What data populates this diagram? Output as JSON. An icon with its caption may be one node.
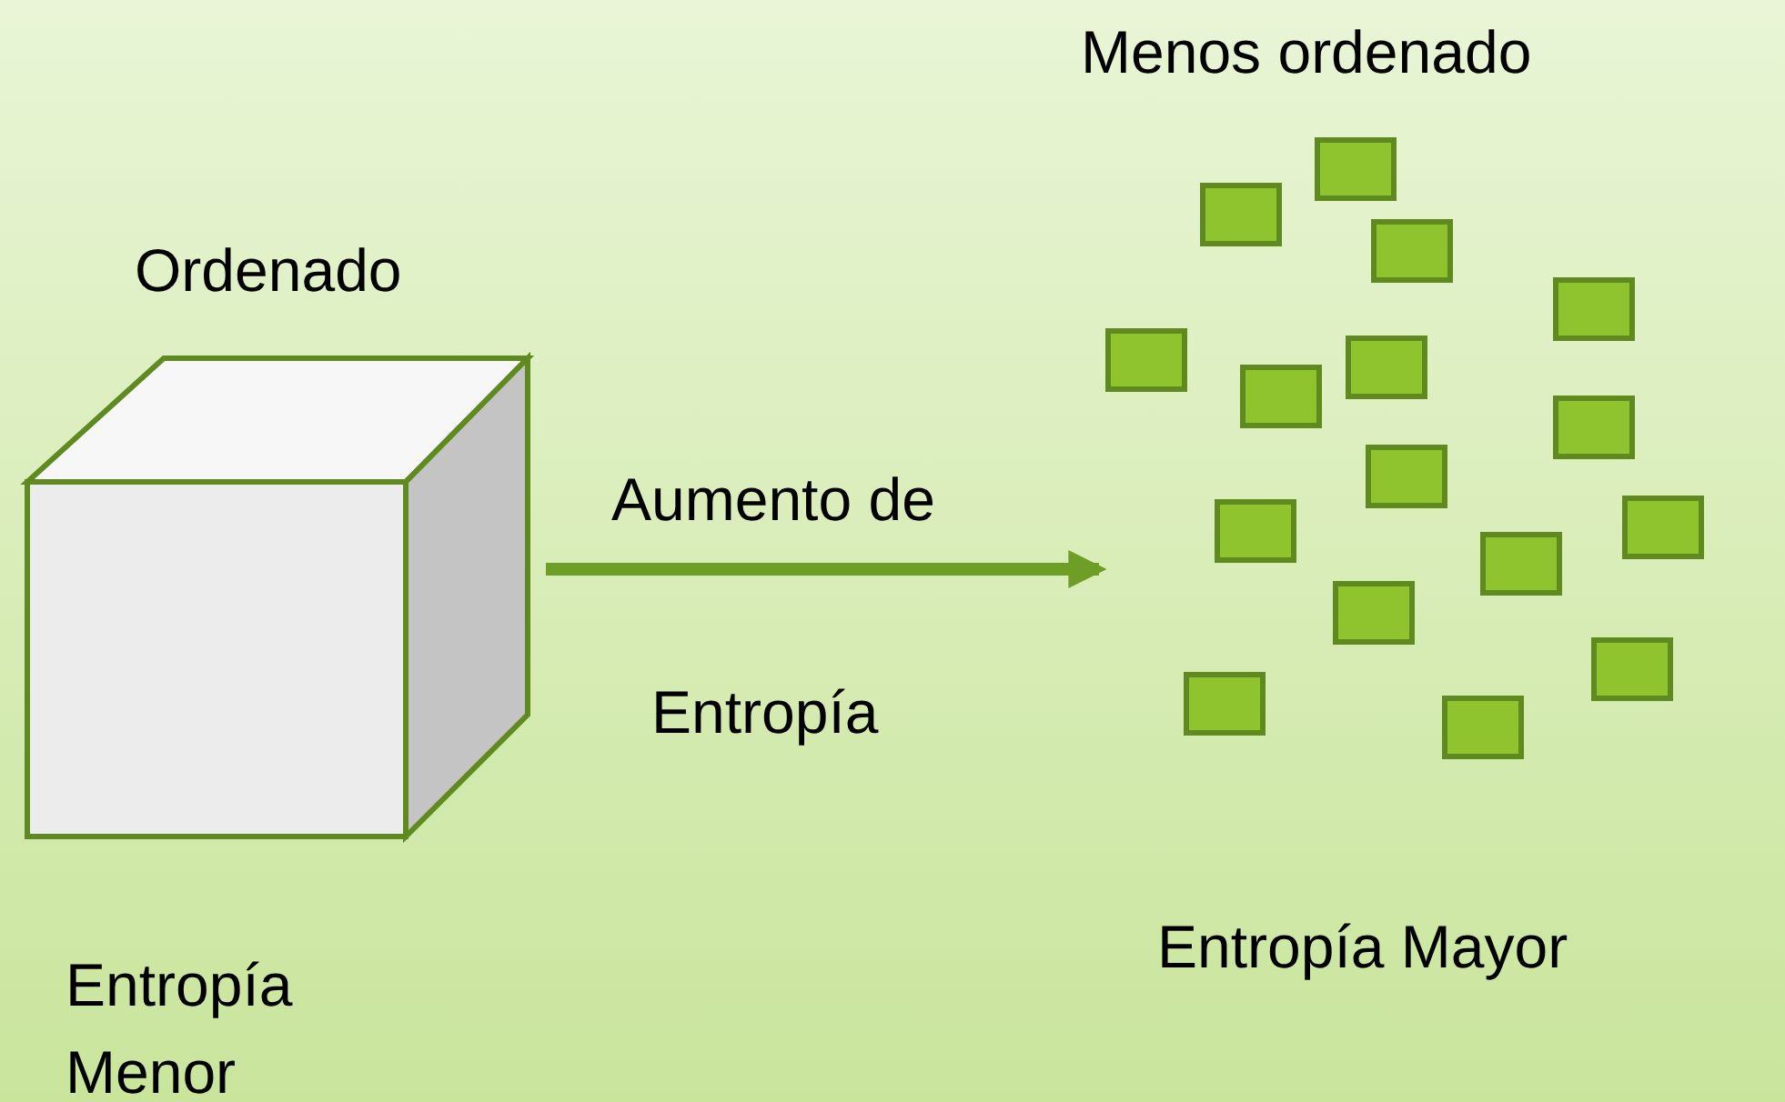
{
  "diagram": {
    "nodes": [
      {
        "text": [
          "Ordenado",
          "Entropía Menor"
        ]
      },
      {
        "text": [
          "Menos ordenado",
          "Entropía Mayor"
        ]
      }
    ],
    "edges": [
      {
        "from": 0,
        "to": 1,
        "arrow": "to"
      }
    ],
    "labels": [
      "Aumento de",
      "Entropía"
    ]
  }
}
